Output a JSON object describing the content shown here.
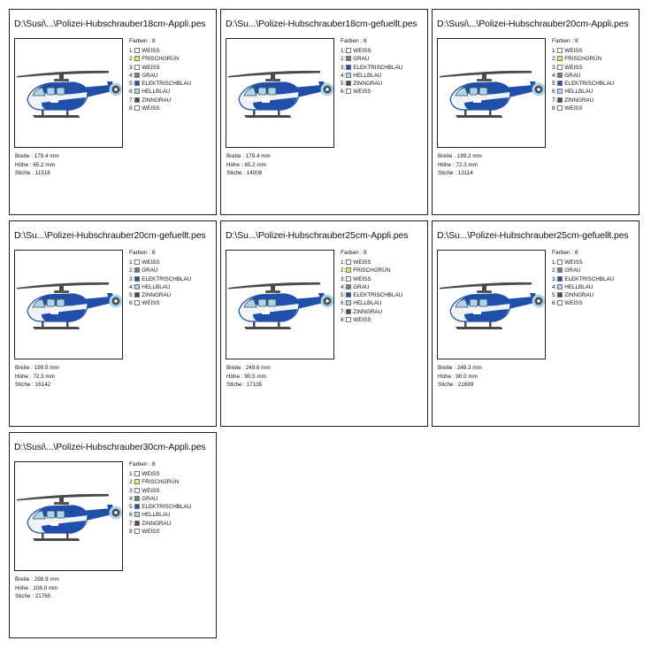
{
  "labels": {
    "colors_count_label": "Farben",
    "width_label": "Breite",
    "height_label": "Höhe",
    "stitches_label": "Stiche"
  },
  "palette": {
    "WEISS": "#ffffff",
    "FRISCHGRÜN": "#dff05a",
    "GRAU": "#7a7a7a",
    "ELEKTRISCHBLAU": "#1f4fa8",
    "HELLBLAU": "#a9d6ee",
    "ZINNGRAU": "#4a4a4a"
  },
  "designs": [
    {
      "title": "D:\\Susi\\...\\Polizei-Hubschrauber18cm-Appli.pes",
      "colors_count": "8",
      "colors": [
        {
          "index": "1:",
          "name": "WEISS"
        },
        {
          "index": "2:",
          "name": "FRISCHGRÜN"
        },
        {
          "index": "3:",
          "name": "WEISS"
        },
        {
          "index": "4:",
          "name": "GRAU"
        },
        {
          "index": "5:",
          "name": "ELEKTRISCHBLAU"
        },
        {
          "index": "6:",
          "name": "HELLBLAU"
        },
        {
          "index": "7:",
          "name": "ZINNGRAU"
        },
        {
          "index": "8:",
          "name": "WEISS"
        }
      ],
      "width": "179.4 mm",
      "height": "65.2 mm",
      "stitches": "11518"
    },
    {
      "title": "D:\\Su...\\Polizei-Hubschrauber18cm-gefuellt.pes",
      "colors_count": "6",
      "colors": [
        {
          "index": "1:",
          "name": "WEISS"
        },
        {
          "index": "2:",
          "name": "GRAU"
        },
        {
          "index": "3:",
          "name": "ELEKTRISCHBLAU"
        },
        {
          "index": "4:",
          "name": "HELLBLAU"
        },
        {
          "index": "5:",
          "name": "ZINNGRAU"
        },
        {
          "index": "6:",
          "name": "WEISS"
        }
      ],
      "width": "179.4 mm",
      "height": "65.2 mm",
      "stitches": "14008"
    },
    {
      "title": "D:\\Susi\\...\\Polizei-Hubschrauber20cm-Appli.pes",
      "colors_count": "8",
      "colors": [
        {
          "index": "1:",
          "name": "WEISS"
        },
        {
          "index": "2:",
          "name": "FRISCHGRÜN"
        },
        {
          "index": "3:",
          "name": "WEISS"
        },
        {
          "index": "4:",
          "name": "GRAU"
        },
        {
          "index": "5:",
          "name": "ELEKTRISCHBLAU"
        },
        {
          "index": "6:",
          "name": "HELLBLAU"
        },
        {
          "index": "7:",
          "name": "ZINNGRAU"
        },
        {
          "index": "8:",
          "name": "WEISS"
        }
      ],
      "width": "199.2 mm",
      "height": "72.3 mm",
      "stitches": "13114"
    },
    {
      "title": "D:\\Su...\\Polizei-Hubschrauber20cm-gefuellt.pes",
      "colors_count": "6",
      "colors": [
        {
          "index": "1:",
          "name": "WEISS"
        },
        {
          "index": "2:",
          "name": "GRAU"
        },
        {
          "index": "3:",
          "name": "ELEKTRISCHBLAU"
        },
        {
          "index": "4:",
          "name": "HELLBLAU"
        },
        {
          "index": "5:",
          "name": "ZINNGRAU"
        },
        {
          "index": "6:",
          "name": "WEISS"
        }
      ],
      "width": "199.5 mm",
      "height": "72.3 mm",
      "stitches": "16142"
    },
    {
      "title": "D:\\Su...\\Polizei-Hubschrauber25cm-Appli.pes",
      "colors_count": "8",
      "colors": [
        {
          "index": "1:",
          "name": "WEISS"
        },
        {
          "index": "2:",
          "name": "FRISCHGRÜN"
        },
        {
          "index": "3:",
          "name": "WEISS"
        },
        {
          "index": "4:",
          "name": "GRAU"
        },
        {
          "index": "5:",
          "name": "ELEKTRISCHBLAU"
        },
        {
          "index": "6:",
          "name": "HELLBLAU"
        },
        {
          "index": "7:",
          "name": "ZINNGRAU"
        },
        {
          "index": "8:",
          "name": "WEISS"
        }
      ],
      "width": "249.6 mm",
      "height": "90.5 mm",
      "stitches": "17135"
    },
    {
      "title": "D:\\Su...\\Polizei-Hubschrauber25cm-gefuellt.pes",
      "colors_count": "6",
      "colors": [
        {
          "index": "1:",
          "name": "WEISS"
        },
        {
          "index": "2:",
          "name": "GRAU"
        },
        {
          "index": "3:",
          "name": "ELEKTRISCHBLAU"
        },
        {
          "index": "4:",
          "name": "HELLBLAU"
        },
        {
          "index": "5:",
          "name": "ZINNGRAU"
        },
        {
          "index": "6:",
          "name": "WEISS"
        }
      ],
      "width": "248.3 mm",
      "height": "90.0 mm",
      "stitches": "21699"
    },
    {
      "title": "D:\\Susi\\...\\Polizei-Hubschrauber30cm-Appli.pes",
      "colors_count": "8",
      "colors": [
        {
          "index": "1:",
          "name": "WEISS"
        },
        {
          "index": "2:",
          "name": "FRISCHGRÜN"
        },
        {
          "index": "3:",
          "name": "WEISS"
        },
        {
          "index": "4:",
          "name": "GRAU"
        },
        {
          "index": "5:",
          "name": "ELEKTRISCHBLAU"
        },
        {
          "index": "6:",
          "name": "HELLBLAU"
        },
        {
          "index": "7:",
          "name": "ZINNGRAU"
        },
        {
          "index": "8:",
          "name": "WEISS"
        }
      ],
      "width": "298.9 mm",
      "height": "108.0 mm",
      "stitches": "21765"
    }
  ]
}
